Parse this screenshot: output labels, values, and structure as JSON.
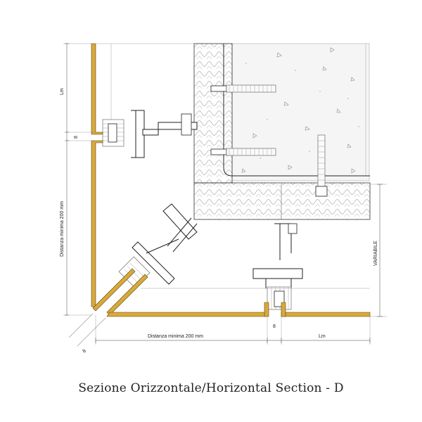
{
  "caption": "Sezione Orizzontale/Horizontal Section - D",
  "dimensions": {
    "left_top": "Lm",
    "left_gap": "8",
    "left_vertical": "Distanza minima 200 mm",
    "bottom_horizontal": "Distanza minima 200 mm",
    "bottom_gap": "8",
    "bottom_right": "Lm",
    "right_vertical": "VARIABILE",
    "diagonal_gap": "8"
  },
  "colors": {
    "panel_fill": "#d9a93a",
    "panel_stroke": "#5a4310",
    "line": "#222222",
    "concrete": "#f4f4f4"
  }
}
